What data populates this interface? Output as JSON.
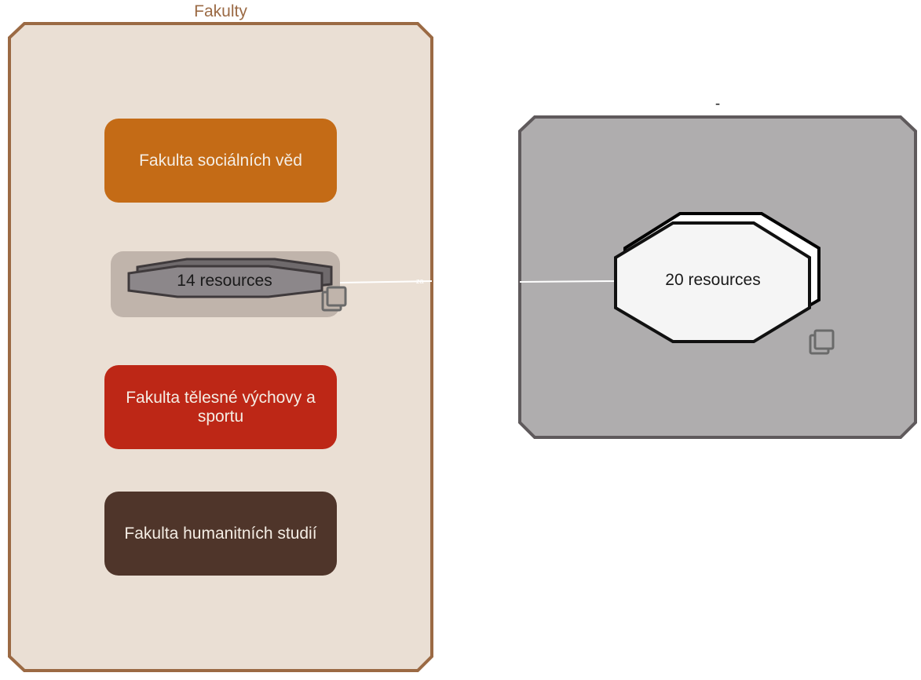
{
  "groups": {
    "fakulty": {
      "title": "Fakulty",
      "border_color": "#9b6a44",
      "fill_color": "#eadfd4"
    },
    "other": {
      "title": "-",
      "border_color": "#5f5a5c",
      "fill_color": "#afadae"
    }
  },
  "faculties": [
    {
      "label": "Fakulta sociálních věd",
      "color": "#c46b16"
    },
    {
      "label": "Fakulta tělesné výchovy a sportu",
      "color": "#bd2716"
    },
    {
      "label": "Fakulta humanitních studií",
      "color": "#4f352a"
    }
  ],
  "resource_groups": [
    {
      "label": "14 resources",
      "icon": "stack-icon"
    },
    {
      "label": "20 resources",
      "icon": "stack-icon"
    }
  ],
  "connection": {
    "label": "za",
    "color": "#ffffff"
  }
}
